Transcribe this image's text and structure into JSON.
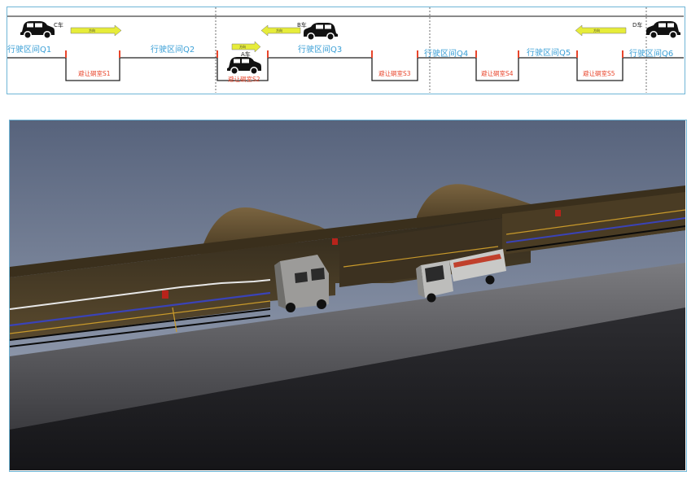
{
  "diagram": {
    "segments": [
      {
        "id": "Q1",
        "label": "行驶区间Q1"
      },
      {
        "id": "Q2",
        "label": "行驶区间Q2"
      },
      {
        "id": "Q3",
        "label": "行驶区间Q3"
      },
      {
        "id": "Q4",
        "label": "行驶区间Q4"
      },
      {
        "id": "Q5",
        "label": "行驶区间Q5"
      },
      {
        "id": "Q6",
        "label": "行驶区间Q6"
      }
    ],
    "rooms": [
      {
        "id": "S1",
        "label": "避让硐室S1"
      },
      {
        "id": "S2",
        "label": "避让硐室S2"
      },
      {
        "id": "S3",
        "label": "避让硐室S3"
      },
      {
        "id": "S4",
        "label": "避让硐室S4"
      },
      {
        "id": "S5",
        "label": "避让硐室S5"
      }
    ],
    "cars": [
      {
        "id": "C",
        "label": "C车",
        "direction": "right"
      },
      {
        "id": "A",
        "label": "A车",
        "direction": "right"
      },
      {
        "id": "B",
        "label": "B车",
        "direction": "left"
      },
      {
        "id": "D",
        "label": "D车",
        "direction": "left"
      }
    ],
    "arrow_text": "方向",
    "colors": {
      "segment_text": "#3a9fd6",
      "room_text": "#e8452b",
      "signal": "#e8452b",
      "arrow_fill": "#e6ec3a",
      "border": "#6fb5d6"
    }
  },
  "scene": {
    "description_icons": [
      "tunnel",
      "truck",
      "van",
      "signal-light"
    ],
    "colors": {
      "sky_top": "#5b6780",
      "sky_bottom": "#9aa4b6",
      "floor": "#66666a",
      "wall": "#4b3b22",
      "pipe_blue": "#3a43b8",
      "pipe_yellow": "#c99a2b"
    }
  }
}
